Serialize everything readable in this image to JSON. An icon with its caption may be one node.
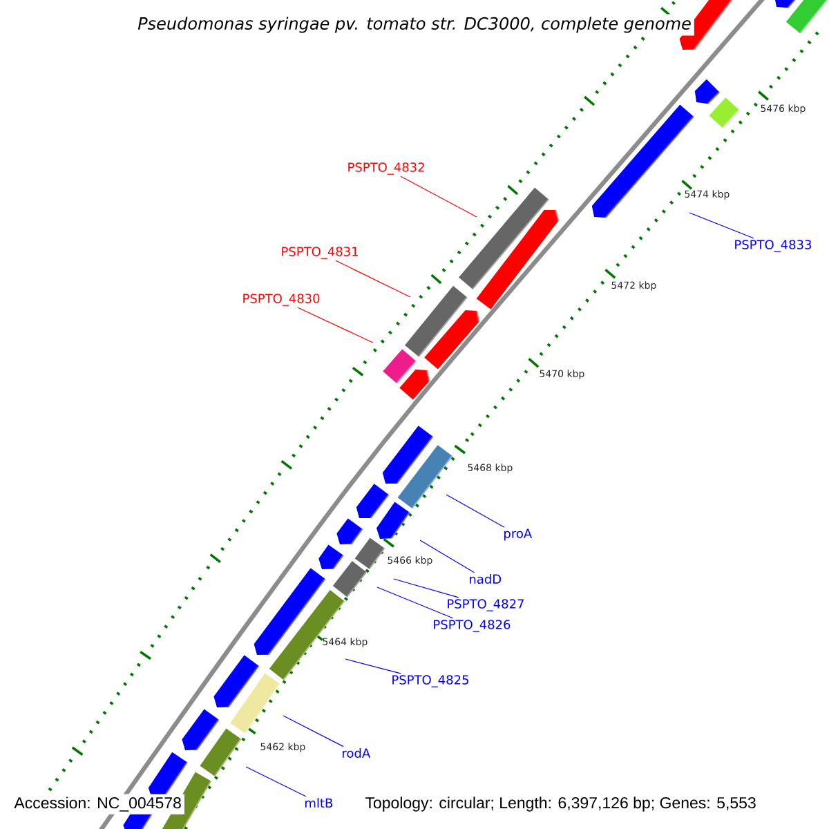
{
  "diagram": {
    "title": "Pseudomonas syringae pv. tomato str. DC3000, complete genome",
    "nodes": [
      {
        "text": [
          "PSPTO_4832"
        ]
      },
      {
        "text": [
          "PSPTO_4831"
        ]
      },
      {
        "text": [
          "PSPTO_4830"
        ]
      },
      {
        "text": [
          "PSPTO_4833"
        ]
      },
      {
        "text": [
          "proA"
        ]
      },
      {
        "text": [
          "nadD"
        ]
      },
      {
        "text": [
          "PSPTO_4827"
        ]
      },
      {
        "text": [
          "PSPTO_4826"
        ]
      },
      {
        "text": [
          "PSPTO_4825"
        ]
      },
      {
        "text": [
          "rodA"
        ]
      },
      {
        "text": [
          "mltB"
        ]
      }
    ],
    "edges": [
      {
        "from": 0,
        "to": null,
        "arrow": "none",
        "color": "#ff0000"
      },
      {
        "from": 1,
        "to": null,
        "arrow": "none",
        "color": "#ff0000"
      },
      {
        "from": 2,
        "to": null,
        "arrow": "none",
        "color": "#ff0000"
      },
      {
        "from": 3,
        "to": null,
        "arrow": "none"
      },
      {
        "from": 4,
        "to": null,
        "arrow": "none"
      },
      {
        "from": 5,
        "to": null,
        "arrow": "none"
      },
      {
        "from": 6,
        "to": null,
        "arrow": "none"
      },
      {
        "from": 7,
        "to": null,
        "arrow": "none"
      },
      {
        "from": 8,
        "to": null,
        "arrow": "none"
      },
      {
        "from": 9,
        "to": null,
        "arrow": "none"
      },
      {
        "from": 10,
        "to": null,
        "arrow": "none"
      }
    ],
    "labels": [
      "5476 kbp",
      "5474 kbp",
      "5472 kbp",
      "5470 kbp",
      "5468 kbp",
      "5466 kbp",
      "5464 kbp",
      "5462 kbp",
      "Accession: NC_004578",
      "Topology: circular; Length: 6,397,126 bp; Genes: 5,553"
    ]
  }
}
